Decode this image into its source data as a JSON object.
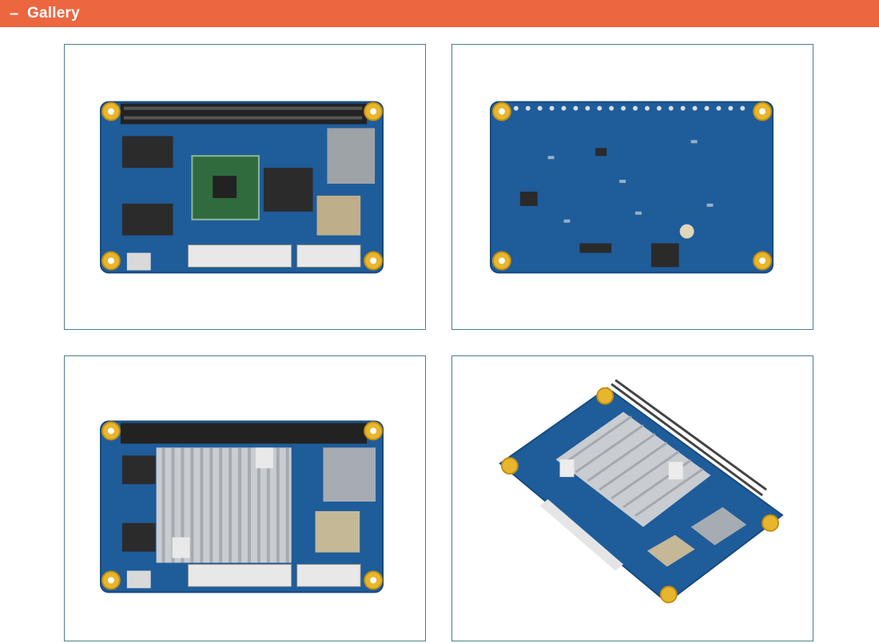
{
  "section": {
    "collapse_symbol": "–",
    "title": "Gallery"
  },
  "gallery": {
    "images": [
      {
        "name": "board-top-view",
        "alt": ""
      },
      {
        "name": "board-bottom-view",
        "alt": ""
      },
      {
        "name": "board-top-heatsink-view",
        "alt": ""
      },
      {
        "name": "board-angled-heatsink-view",
        "alt": ""
      }
    ]
  },
  "colors": {
    "header_bg": "#ec6640",
    "header_text": "#ffffff",
    "frame_border": "#4a7f8c",
    "pcb_blue": "#1f5c9a",
    "mount_hole_gold": "#e8b62c",
    "heatsink_silver": "#c9ccd1"
  }
}
